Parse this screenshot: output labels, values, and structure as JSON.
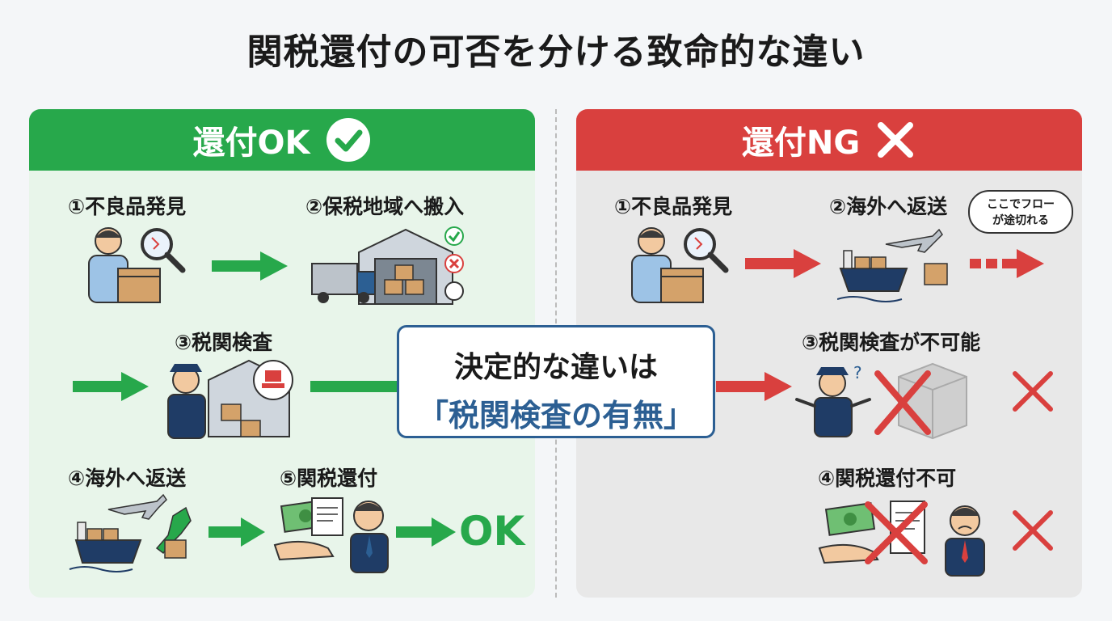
{
  "title": "関税還付の可否を分ける致命的な違い",
  "ok_panel": {
    "header": "還付OK",
    "steps": [
      "①不良品発見",
      "②保税地域へ搬入",
      "③税関検査",
      "④海外へ返送",
      "⑤関税還付"
    ],
    "result": "OK"
  },
  "ng_panel": {
    "header": "還付NG",
    "steps": [
      "①不良品発見",
      "②海外へ返送",
      "③税関検査が不可能",
      "④関税還付不可"
    ],
    "bubble": [
      "ここでフロー",
      "が途切れる"
    ]
  },
  "center": {
    "line1": "決定的な違いは",
    "line2": "「税関検査の有無」"
  },
  "colors": {
    "ok": "#27a84b",
    "ng": "#d9403e",
    "accent": "#2c5f93"
  }
}
